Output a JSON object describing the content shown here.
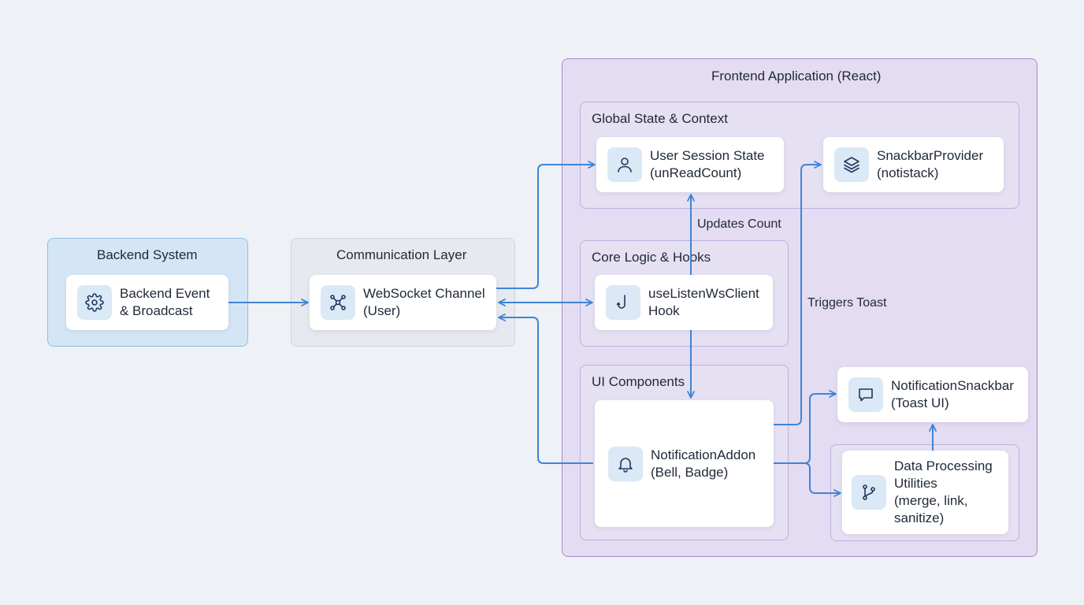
{
  "groups": {
    "backend": "Backend System",
    "comm": "Communication Layer",
    "frontend": "Frontend Application (React)",
    "global": "Global State & Context",
    "core": "Core Logic & Hooks",
    "ui": "UI Components"
  },
  "nodes": {
    "backend": {
      "line1": "Backend Event",
      "line2": "& Broadcast",
      "icon": "gear-icon"
    },
    "ws": {
      "line1": "WebSocket Channel",
      "line2": "(User)",
      "icon": "network-icon"
    },
    "user": {
      "line1": "User Session State",
      "line2": "(unReadCount)",
      "icon": "user-icon"
    },
    "snack": {
      "line1": "SnackbarProvider",
      "line2": "(notistack)",
      "icon": "layers-icon"
    },
    "hook": {
      "line1": "useListenWsClient",
      "line2": "Hook",
      "icon": "hook-icon"
    },
    "addon": {
      "line1": "NotificationAddon",
      "line2": "(Bell, Badge)",
      "icon": "bell-icon"
    },
    "notif": {
      "line1": "NotificationSnackbar",
      "line2": "(Toast UI)",
      "icon": "message-icon"
    },
    "data": {
      "line1": "Data Processing",
      "line2": "Utilities",
      "line3": "(merge, link,",
      "line4": "sanitize)",
      "icon": "branch-icon"
    }
  },
  "edge_labels": {
    "updates": "Updates Count",
    "triggers": "Triggers Toast"
  },
  "colors": {
    "arrow": "#3f84d6",
    "frontend_border": "#a68bd0",
    "backend_border": "#8ec0e3"
  }
}
